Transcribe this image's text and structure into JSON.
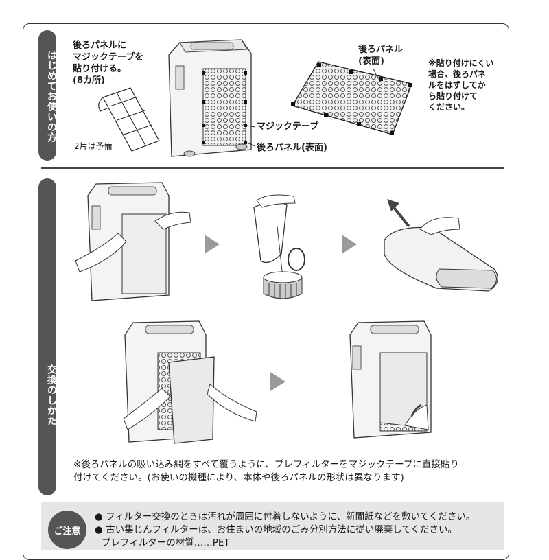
{
  "section_first_use": {
    "tab_label": "はじめてお使いの方",
    "instruction": "後ろパネルに\nマジックテープを\n貼り付ける。\n(8カ所)",
    "spare_note": "2片は予備",
    "label_tape": "マジックテープ",
    "label_back_panel_front": "後ろパネル(表面)",
    "label_back_panel_top": "後ろパネル\n(表面)",
    "side_note": "※貼り付けにくい\n場合、後ろパネ\nルをはずしてか\nら貼り付けて\nください。"
  },
  "section_replace": {
    "tab_label": "交換のしかた",
    "note": "※後ろパネルの吸い込み網をすべて覆うように、プレフィルターをマジックテープに直接貼り\n付けてください。(お使いの機種により、本体や後ろパネルの形状は異なります)"
  },
  "caution": {
    "badge": "ご注意",
    "items": [
      "● フィルター交換のときは汚れが周囲に付着しないように、新聞紙などを敷いてください。",
      "● 古い集じんフィルターは、お住まいの地域のごみ分別方法に従い廃棄してください。",
      "プレフィルターの材質……PET"
    ]
  },
  "colors": {
    "tab": "#555555",
    "arrow": "#9a9a9a",
    "caution_bg": "#e6e6e6"
  }
}
